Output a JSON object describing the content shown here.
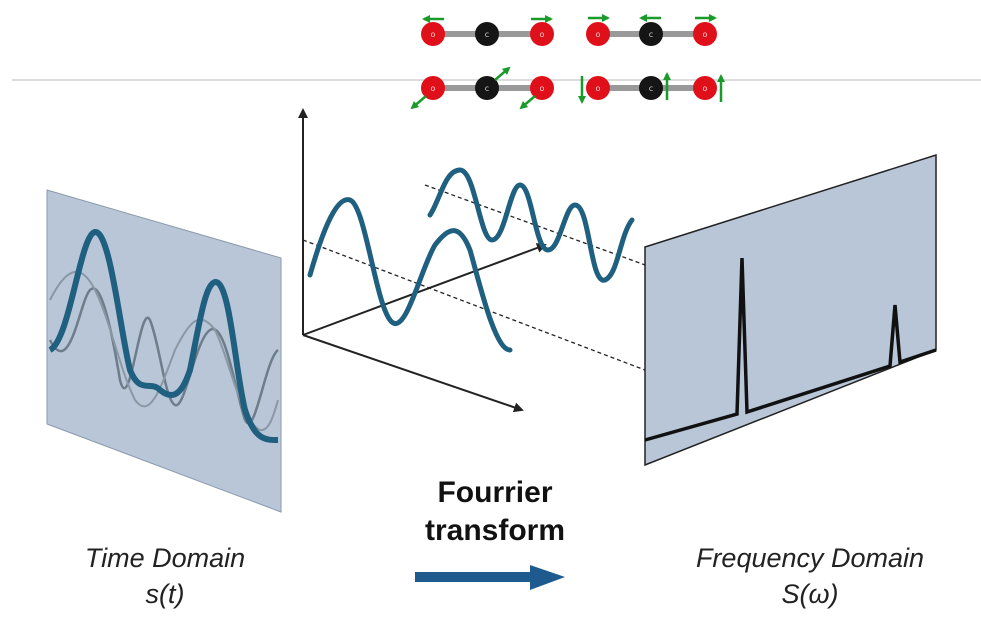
{
  "molecule": {
    "atom_labels": {
      "oxygen": "o",
      "carbon": "c"
    }
  },
  "colors": {
    "oxygen": "#e0101a",
    "carbon": "#151515",
    "arrow": "#1a9a2a",
    "panel": "#b8c6d8",
    "wave": "#1f5f80",
    "wave_secondary": "#6d7d8a",
    "transform_arrow": "#1f5a8f"
  },
  "labels": {
    "time_domain": "Time Domain",
    "time_symbol": "s(t)",
    "frequency_domain": "Frequency Domain",
    "frequency_symbol": "S(ω)",
    "transform_line1": "Fourrier",
    "transform_line2": "transform"
  }
}
